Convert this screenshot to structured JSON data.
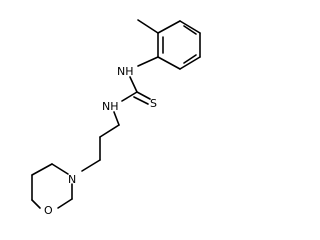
{
  "atoms": {
    "nh_upper": "NH",
    "nh_lower": "NH",
    "sulfur": "S",
    "nitrogen": "N",
    "oxygen": "O"
  }
}
